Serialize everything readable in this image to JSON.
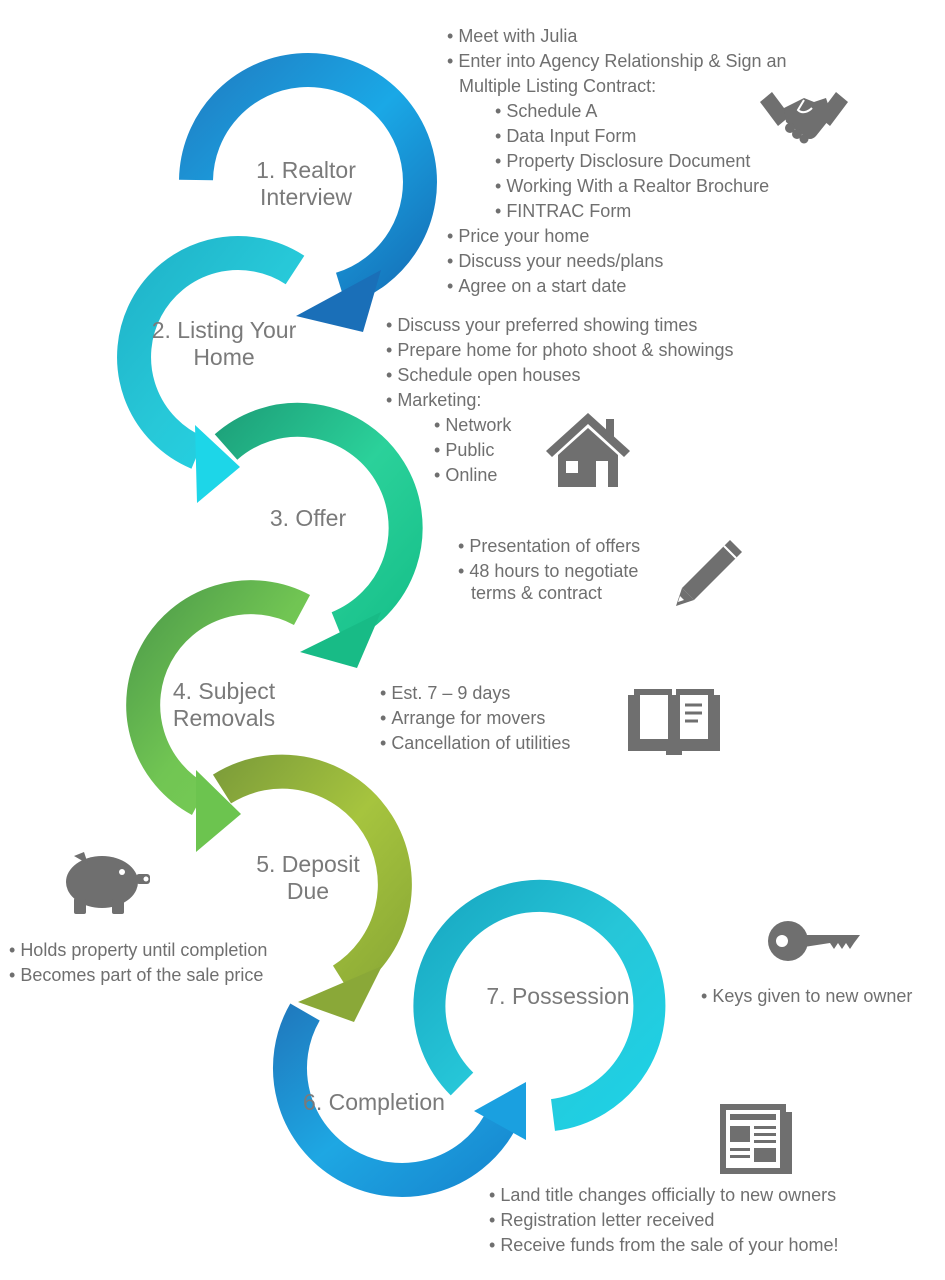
{
  "colors": {
    "step1": "#1a8fd6",
    "step2": "#23c8dc",
    "step3": "#22cf9a",
    "step4": "#6cc24a",
    "step5": "#9bc23a",
    "step6": "#1f9ee0",
    "step7": "#26c4dc",
    "text": "#7a7a7a",
    "icon": "#6f6f6f"
  },
  "steps": [
    {
      "label": "1. Realtor\nInterview"
    },
    {
      "label": "2. Listing Your\nHome"
    },
    {
      "label": "3. Offer"
    },
    {
      "label": "4. Subject\nRemovals"
    },
    {
      "label": "5. Deposit\nDue"
    },
    {
      "label": "6. Completion"
    },
    {
      "label": "7. Possession"
    }
  ],
  "details": {
    "step1": {
      "items": [
        "Meet with Julia",
        "Enter into Agency Relationship  & Sign  an",
        "Multiple Listing Contract:"
      ],
      "sub": [
        "Schedule A",
        "Data Input Form",
        "Property Disclosure Document",
        "Working With a Realtor Brochure",
        "FINTRAC Form"
      ],
      "items2": [
        "Price your home",
        "Discuss  your needs/plans",
        "Agree on a start date"
      ]
    },
    "step2": {
      "items": [
        "Discuss  your preferred showing times",
        "Prepare home for photo shoot & showings",
        "Schedule  open houses",
        "Marketing:"
      ],
      "sub": [
        "Network",
        "Public",
        "Online"
      ]
    },
    "step3": {
      "items": [
        "Presentation of offers",
        "48 hours to negotiate",
        "terms & contract"
      ]
    },
    "step4": {
      "items": [
        "Est. 7 – 9 days",
        "Arrange for movers",
        "Cancellation  of utilities"
      ]
    },
    "step5": {
      "items": [
        "Holds property until completion",
        "Becomes part of the sale price"
      ]
    },
    "step6": {
      "items": [
        "Land title changes officially to new owners",
        "Registration letter received",
        "Receive funds from the sale of your home!"
      ]
    },
    "step7": {
      "items": [
        "Keys given to new owner"
      ]
    }
  },
  "icons": [
    "handshake-icon",
    "house-icon",
    "pencil-icon",
    "book-icon",
    "piggy-bank-icon",
    "key-icon",
    "newspaper-icon"
  ]
}
